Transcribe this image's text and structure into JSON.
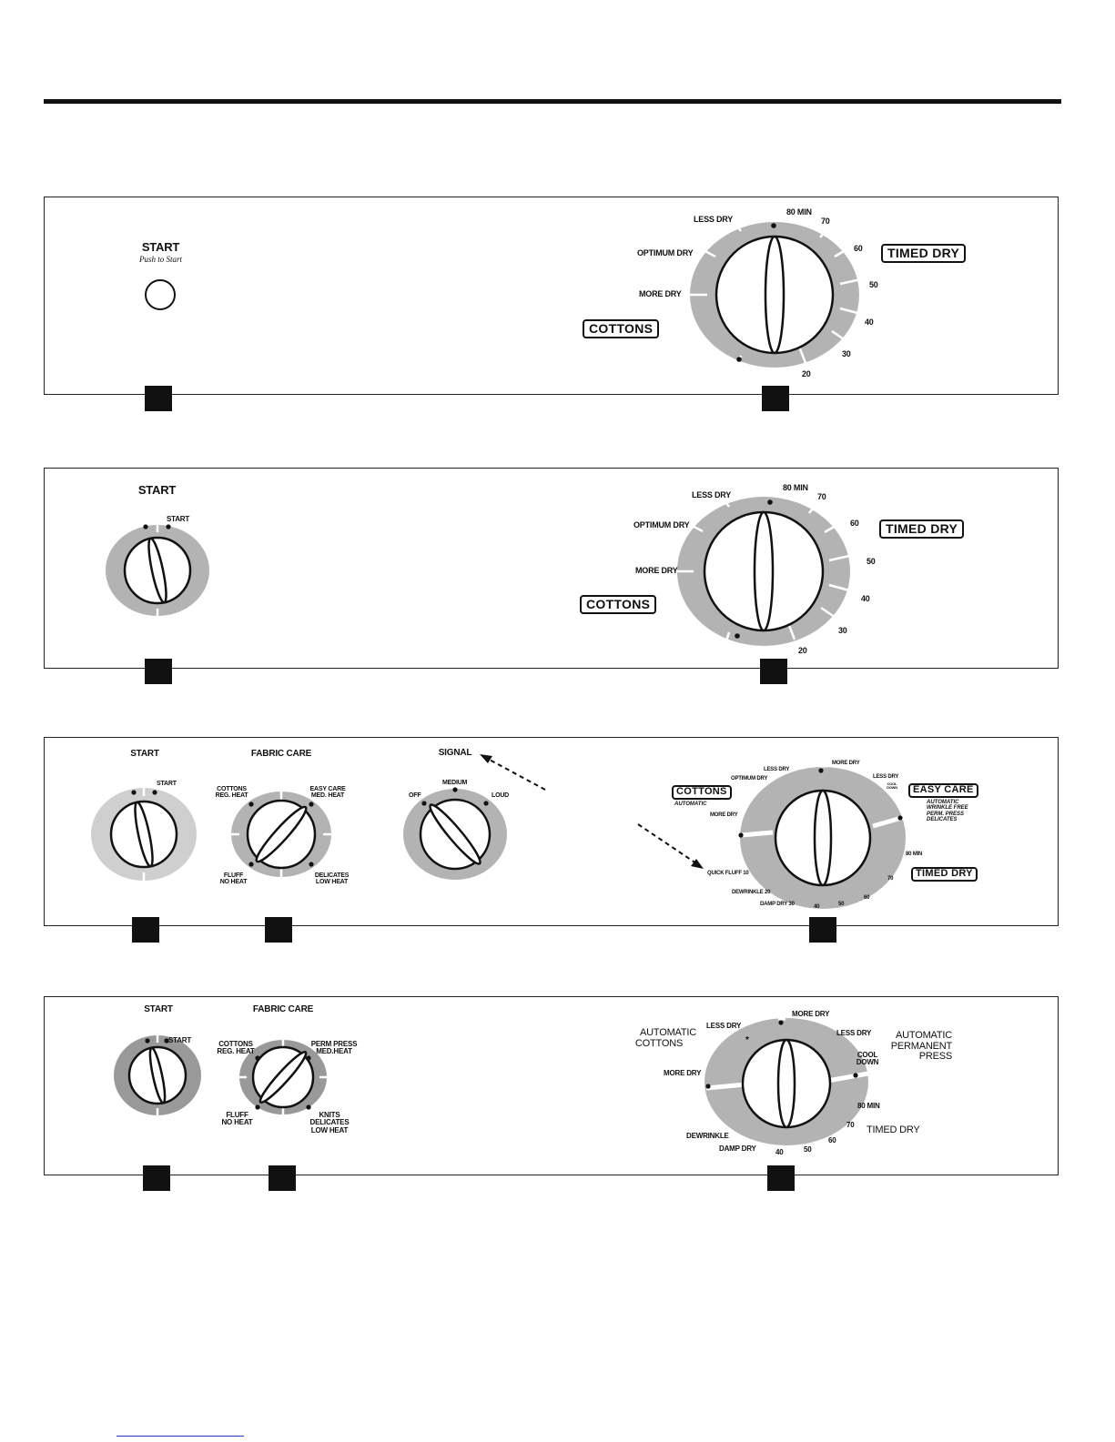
{
  "panels": [
    {
      "start_title": "START",
      "start_subtitle": "Push to Start",
      "timer_labels": {
        "less_dry": "LESS DRY",
        "optimum_dry": "OPTIMUM DRY",
        "more_dry": "MORE DRY",
        "m80": "80 MIN",
        "m70": "70",
        "m60": "60",
        "m50": "50",
        "m40": "40",
        "m30": "30",
        "m20": "20"
      },
      "cottons": "COTTONS",
      "timed_dry": "TIMED DRY"
    },
    {
      "start_title": "START",
      "start_dial_label": "START",
      "timer_labels": {
        "less_dry": "LESS DRY",
        "optimum_dry": "OPTIMUM DRY",
        "more_dry": "MORE DRY",
        "m80": "80 MIN",
        "m70": "70",
        "m60": "60",
        "m50": "50",
        "m40": "40",
        "m30": "30",
        "m20": "20"
      },
      "cottons": "COTTONS",
      "timed_dry": "TIMED DRY"
    },
    {
      "start_title": "START",
      "start_dial_label": "START",
      "fabric_care_title": "FABRIC CARE",
      "fabric": {
        "cottons": "COTTONS",
        "cottons_sub": "REG. HEAT",
        "easy_care": "EASY CARE",
        "easy_care_sub": "MED. HEAT",
        "fluff": "FLUFF",
        "fluff_sub": "NO HEAT",
        "delicates": "DELICATES",
        "delicates_sub": "LOW HEAT"
      },
      "signal_title": "SIGNAL",
      "signal": {
        "off": "OFF",
        "medium": "MEDIUM",
        "loud": "LOUD"
      },
      "timer_labels": {
        "less_dry_l": "LESS DRY",
        "optimum_dry": "OPTIMUM DRY",
        "more_dry_l": "MORE DRY",
        "quick_fluff": "QUICK FLUFF 10",
        "dewrinkle": "DEWRINKLE 20",
        "damp_dry": "DAMP DRY 30",
        "m40": "40",
        "m50": "50",
        "m60": "60",
        "m70": "70",
        "m80": "80 MIN",
        "more_dry_r": "MORE DRY",
        "less_dry_r": "LESS DRY",
        "cool": "COOL",
        "down": "DOWN"
      },
      "cottons": "COTTONS",
      "cottons_sub": "AUTOMATIC",
      "easy_care": "EASY CARE",
      "easy_care_sub": [
        "AUTOMATIC",
        "WRINKLE FREE",
        "PERM. PRESS",
        "DELICATES"
      ],
      "timed_dry": "TIMED DRY"
    },
    {
      "start_title": "START",
      "start_dial_label": "START",
      "fabric_care_title": "FABRIC CARE",
      "fabric": {
        "cottons": "COTTONS",
        "cottons_sub": "REG. HEAT",
        "perm_press": "PERM PRESS",
        "perm_press_sub": "MED.HEAT",
        "fluff": "FLUFF",
        "fluff_sub": "NO HEAT",
        "knits": "KNITS",
        "knits_sub1": "DELICATES",
        "knits_sub2": "LOW HEAT"
      },
      "timer_labels": {
        "less_dry_l": "LESS DRY",
        "more_dry_l": "MORE DRY",
        "dewrinkle": "DEWRINKLE",
        "damp_dry": "DAMP DRY",
        "m40": "40",
        "m50": "50",
        "m60": "60",
        "m70": "70",
        "m80": "80 MIN",
        "more_dry_r": "MORE DRY",
        "less_dry_r": "LESS DRY",
        "cool": "COOL",
        "down": "DOWN",
        "star": "*"
      },
      "auto_cottons": [
        "AUTOMATIC",
        "COTTONS"
      ],
      "auto_perm": [
        "AUTOMATIC",
        "PERMANENT",
        "PRESS"
      ],
      "timed_dry": "TIMED DRY"
    }
  ]
}
